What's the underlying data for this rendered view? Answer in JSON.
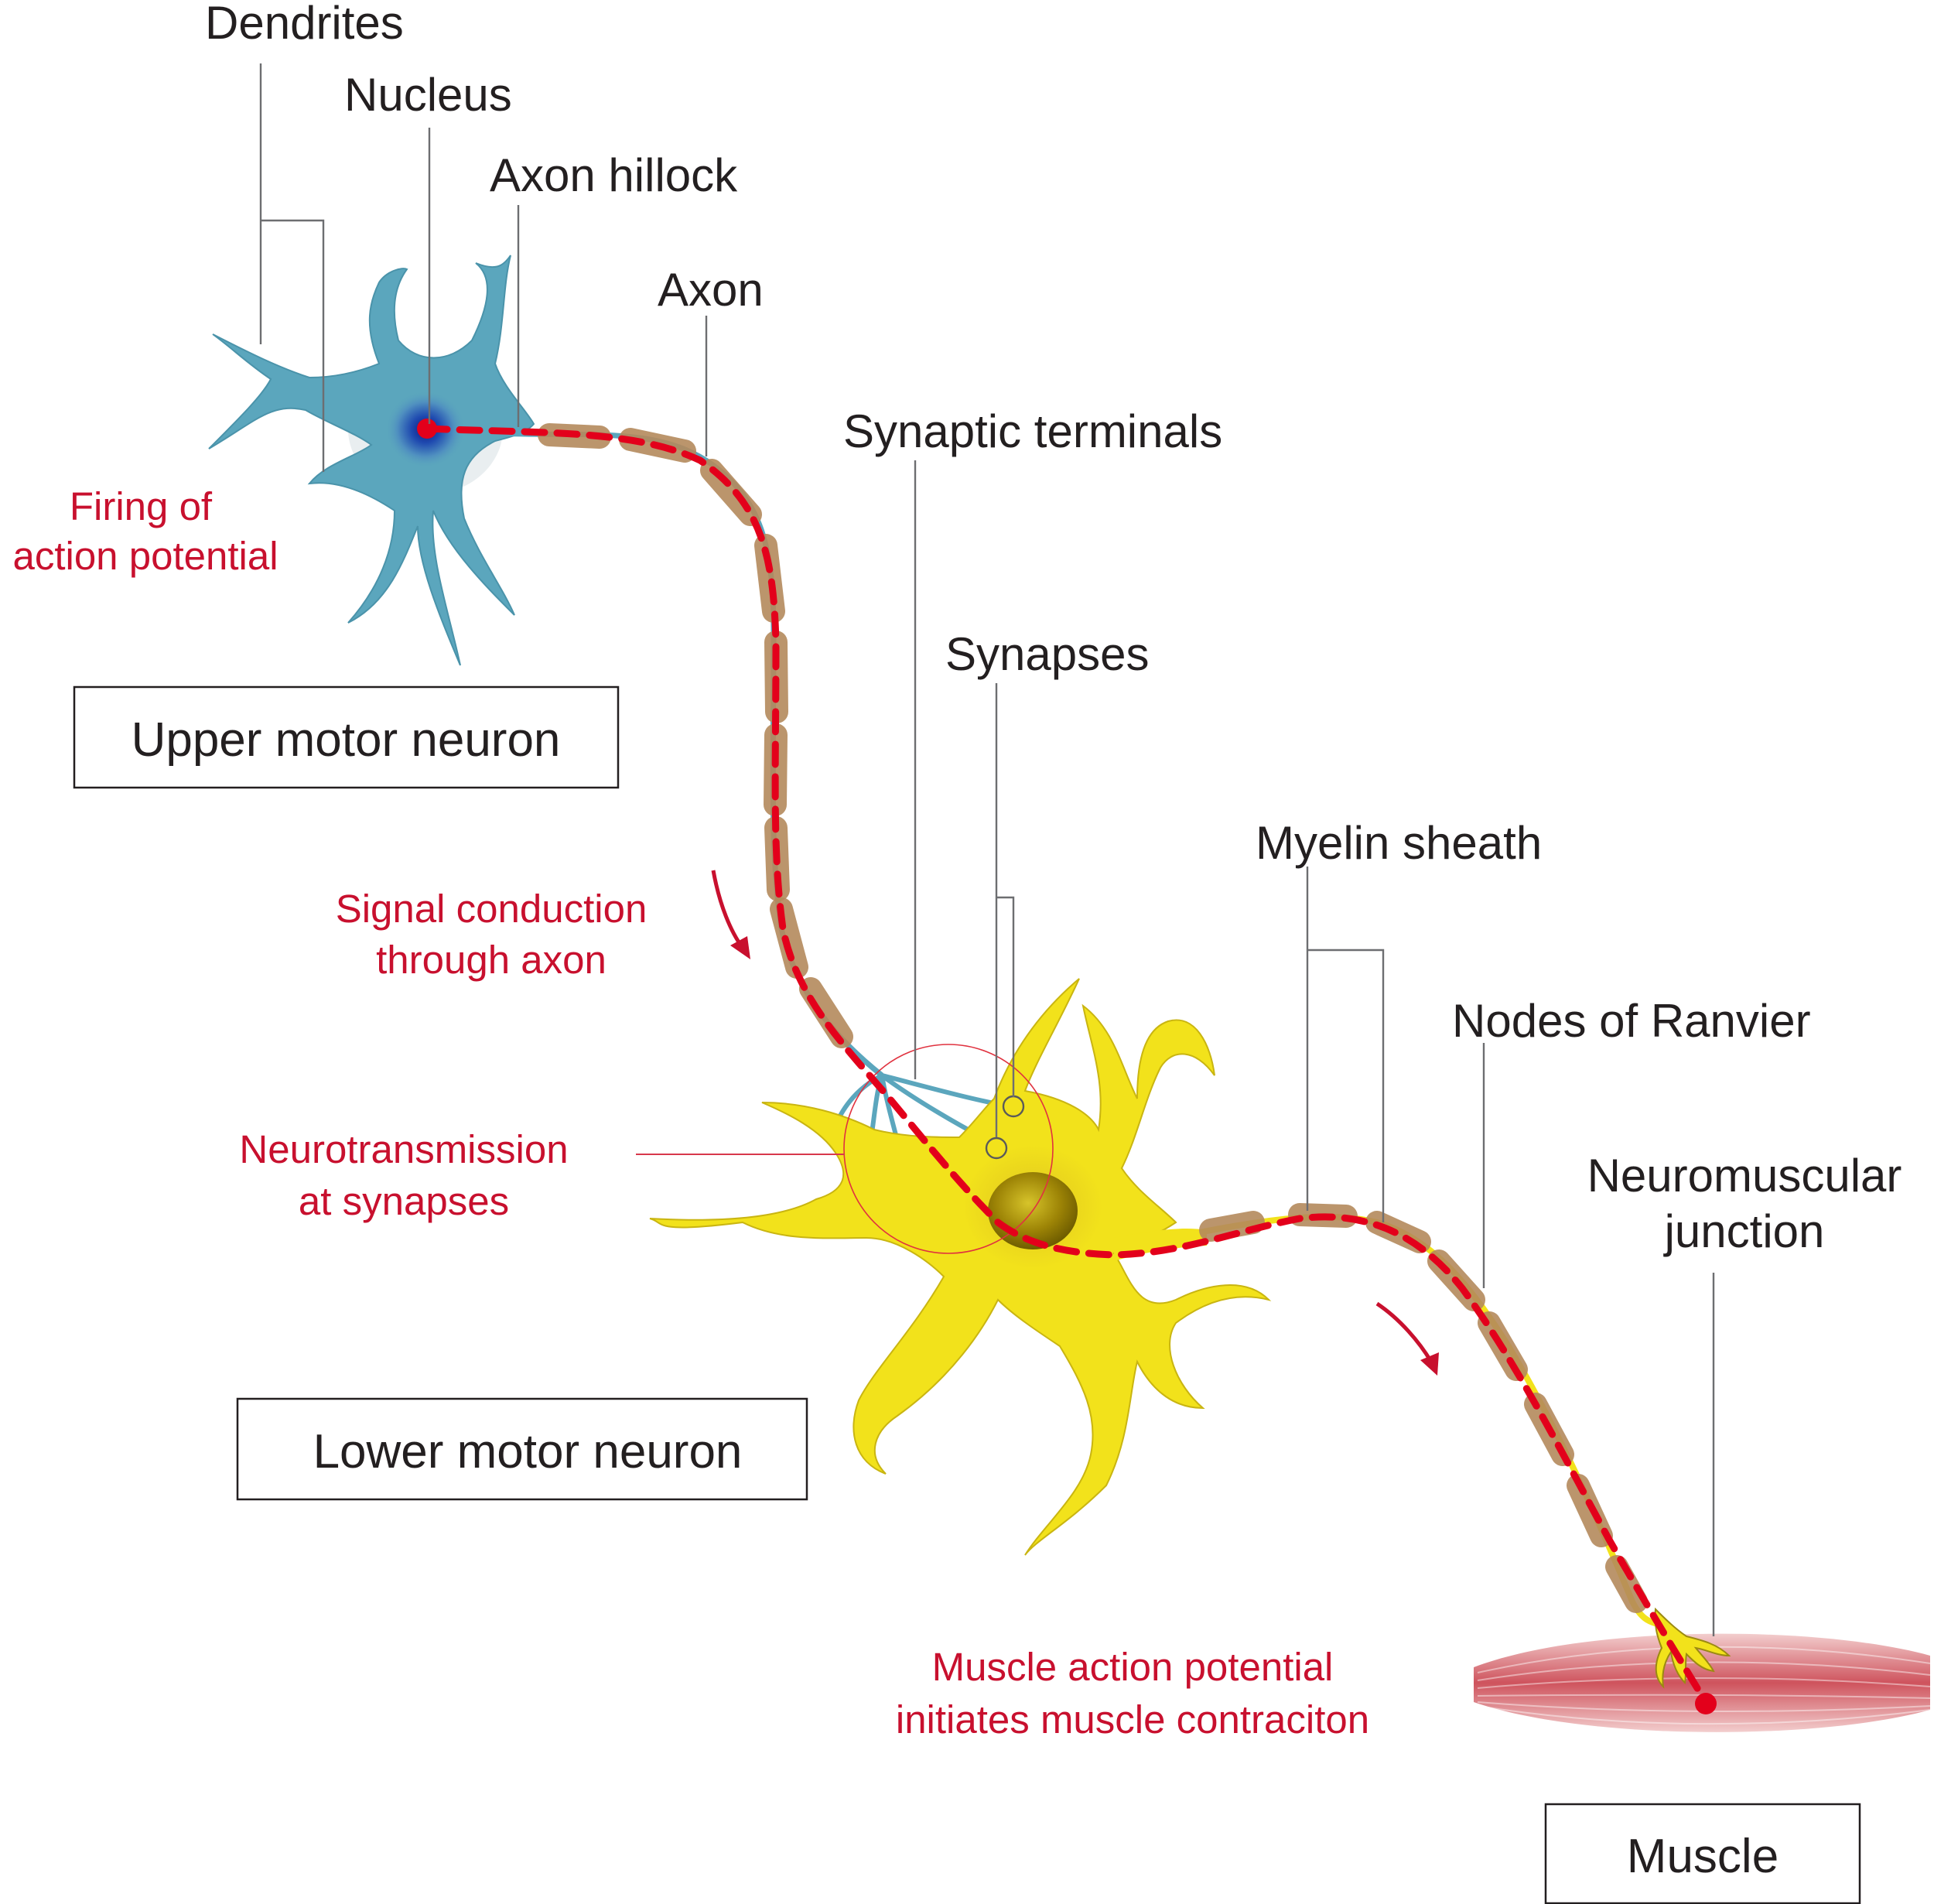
{
  "labels": {
    "dendrites": "Dendrites",
    "nucleus": "Nucleus",
    "axon_hillock": "Axon hillock",
    "axon": "Axon",
    "synaptic_terminals": "Synaptic terminals",
    "synapses": "Synapses",
    "myelin_sheath": "Myelin sheath",
    "nodes_of_ranvier": "Nodes of Ranvier",
    "neuromuscular_junction": [
      "Neuromuscular",
      "junction"
    ]
  },
  "annotations": {
    "firing": [
      "Firing of",
      "action potential"
    ],
    "signal_conduction": [
      "Signal conduction",
      "through axon"
    ],
    "neurotransmission": [
      "Neurotransmission",
      "at synapses"
    ],
    "muscle_action": [
      "Muscle action potential",
      "initiates muscle contraciton"
    ]
  },
  "boxes": {
    "upper": "Upper motor neuron",
    "lower": "Lower motor neuron",
    "muscle": "Muscle"
  },
  "colors": {
    "upper_neuron": "#5ba6bd",
    "nucleus_dark": "#0d1f8a",
    "lower_neuron": "#f2e21b",
    "lower_nucleus": "#a38b05",
    "myelin": "#b48a5c",
    "signal": "#e3001b",
    "muscle": "#c9404b",
    "annotation_text": "#c8102e"
  }
}
